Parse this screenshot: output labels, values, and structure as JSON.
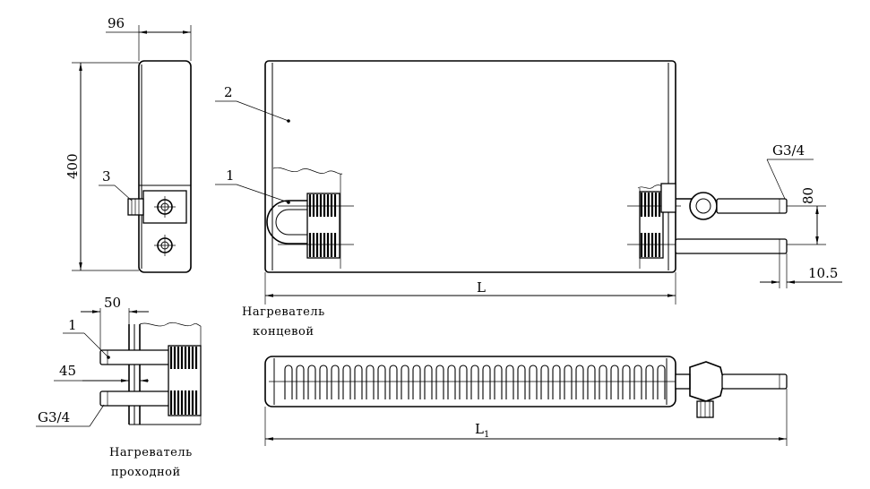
{
  "labels": {
    "dim_96": "96",
    "dim_400": "400",
    "dim_50": "50",
    "dim_45": "45",
    "dim_80": "80",
    "dim_10_5": "10.5",
    "dim_L": "L",
    "dim_L1_base": "L",
    "dim_L1_sub": "1",
    "thread_top": "G3/4",
    "thread_bottom": "G3/4",
    "callout_1_top": "1",
    "callout_1_side": "1",
    "callout_2": "2",
    "callout_3": "3"
  },
  "captions": {
    "end_heater_line1": "Нагреватель",
    "end_heater_line2": "концевой",
    "pass_heater_line1": "Нагреватель",
    "pass_heater_line2": "проходной"
  }
}
